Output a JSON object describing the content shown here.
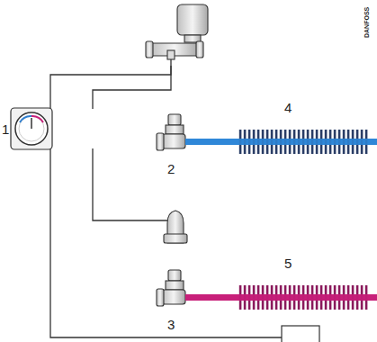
{
  "diagram": {
    "labels": [
      "1",
      "2",
      "3",
      "4",
      "5",
      "DANFOSS"
    ]
  }
}
